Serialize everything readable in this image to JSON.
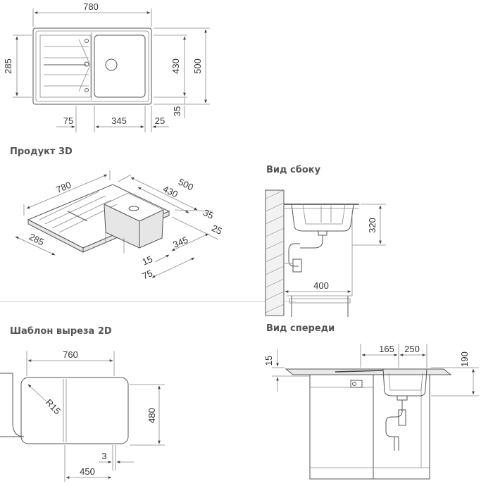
{
  "captions": {
    "product_3d": "Продукт 3D",
    "side_view": "Вид сбоку",
    "cutout_2d": "Шаблон выреза 2D",
    "front_view": "Вид спереди"
  },
  "top_view": {
    "width": "780",
    "drainer_height": "285",
    "bowl_height": "430",
    "total_height": "500",
    "rim": "35",
    "bottom_left": "75",
    "bottom_bowl": "345",
    "bottom_right": "25"
  },
  "view_3d": {
    "width": "780",
    "depth_total": "500",
    "depth_bowl": "430",
    "rim": "35",
    "right_rim": "25",
    "drainer": "285",
    "bowl_width": "345",
    "gap": "15",
    "left": "75"
  },
  "side": {
    "height": "320",
    "depth": "400"
  },
  "cutout": {
    "width": "760",
    "height": "480",
    "radius": "R15",
    "offset": "3",
    "bowl_width": "450"
  },
  "front": {
    "left_width": "165",
    "bowl_width": "250",
    "height": "190",
    "rim": "15"
  }
}
